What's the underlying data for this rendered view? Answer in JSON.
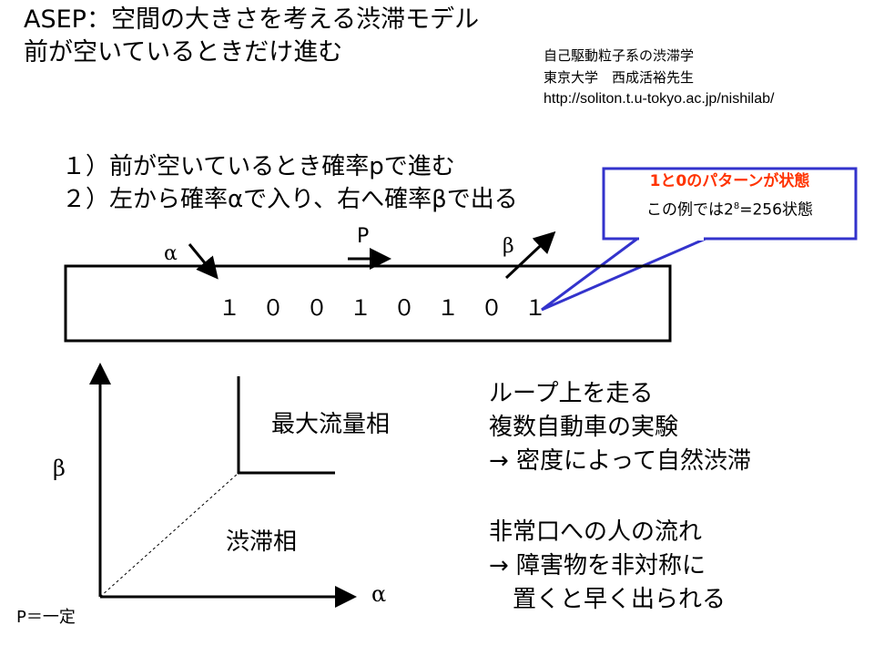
{
  "title": {
    "line1": "ASEP：空間の大きさを考える渋滞モデル",
    "line2": "前が空いているときだけ進む"
  },
  "credit": {
    "line1": "自己駆動粒子系の渋滞学",
    "line2": "東京大学　西成活裕先生",
    "url": "http://soliton.t.u-tokyo.ac.jp/nishilab/"
  },
  "rules": [
    "１）前が空いているとき確率pで進む",
    "２）左から確率αで入り、右へ確率βで出る"
  ],
  "callout": {
    "headline": "1と0のパターンが状態",
    "text_before": "この例では2",
    "superscript": "8",
    "text_after": "=256状態",
    "accent_color": "#ff3300",
    "border_color": "#3333cc"
  },
  "lattice": {
    "alpha_label": "α",
    "p_label": "P",
    "beta_label": "β",
    "state": "１　０　０　１　０　１　０　１"
  },
  "phase_diagram": {
    "y_axis_label": "β",
    "x_axis_label": "α",
    "condition": "P＝一定",
    "max_flow_phase": "最大流量相",
    "jam_phase": "渋滞相"
  },
  "notes": [
    "ループ上を走る",
    "複数自動車の実験",
    "→ 密度によって自然渋滞",
    "",
    "非常口への人の流れ",
    "→ 障害物を非対称に",
    "　置くと早く出られる"
  ]
}
